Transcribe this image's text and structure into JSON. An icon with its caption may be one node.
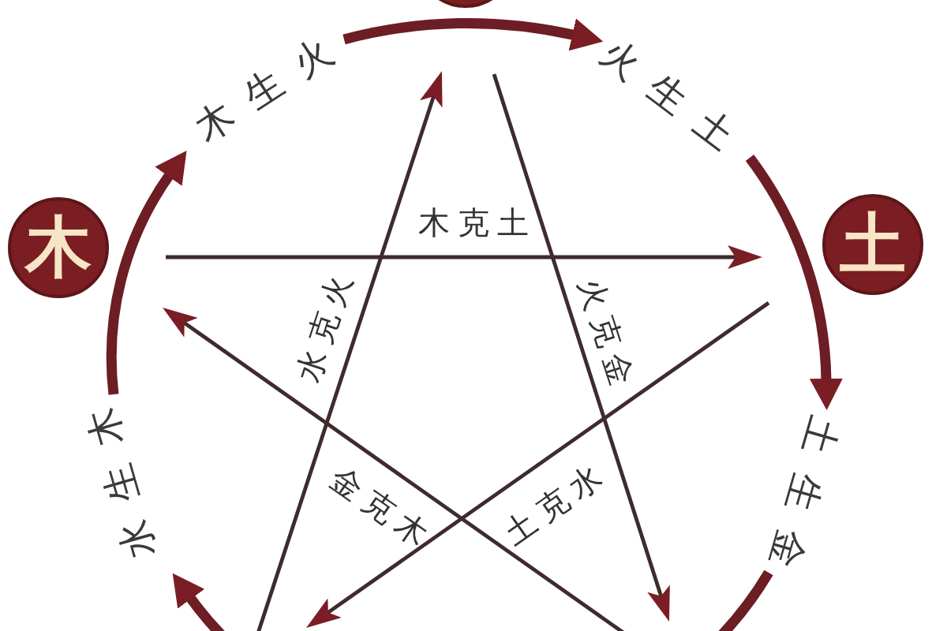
{
  "diagram": {
    "nodes": [
      {
        "text": [],
        "shape": "circle"
      },
      {
        "text": [
          "木生火"
        ]
      },
      {
        "text": [
          "火生土"
        ]
      },
      {
        "text": [
          "木"
        ]
      },
      {
        "text": [
          "土"
        ]
      },
      {
        "text": [
          "水生木"
        ]
      },
      {
        "text": [
          "土生金"
        ]
      }
    ],
    "edges": [
      {
        "from": 3,
        "to": 4,
        "arrow": "to",
        "label": "木克土",
        "color": "#3f2b2d"
      },
      {
        "from": null,
        "to": 0,
        "arrow": "to",
        "label": "水克火",
        "color": "#3f2b2d"
      },
      {
        "from": 0,
        "to": null,
        "arrow": "to",
        "label": "火克金",
        "color": "#3f2b2d"
      },
      {
        "from": null,
        "to": 3,
        "arrow": "to",
        "label": "金克木",
        "color": "#3f2b2d"
      },
      {
        "from": 4,
        "to": null,
        "arrow": "to",
        "label": "土克水",
        "color": "#3f2b2d"
      },
      {
        "from": 5,
        "to": 1,
        "arrow": "to",
        "style": "thick"
      },
      {
        "from": 1,
        "to": 2,
        "arrow": "to",
        "style": "thick"
      },
      {
        "from": 2,
        "to": 6,
        "arrow": "to",
        "style": "thick"
      },
      {
        "from": 6,
        "to": null,
        "arrow": "none",
        "style": "thick"
      },
      {
        "from": null,
        "to": 5,
        "arrow": "to",
        "style": "thick"
      }
    ]
  }
}
